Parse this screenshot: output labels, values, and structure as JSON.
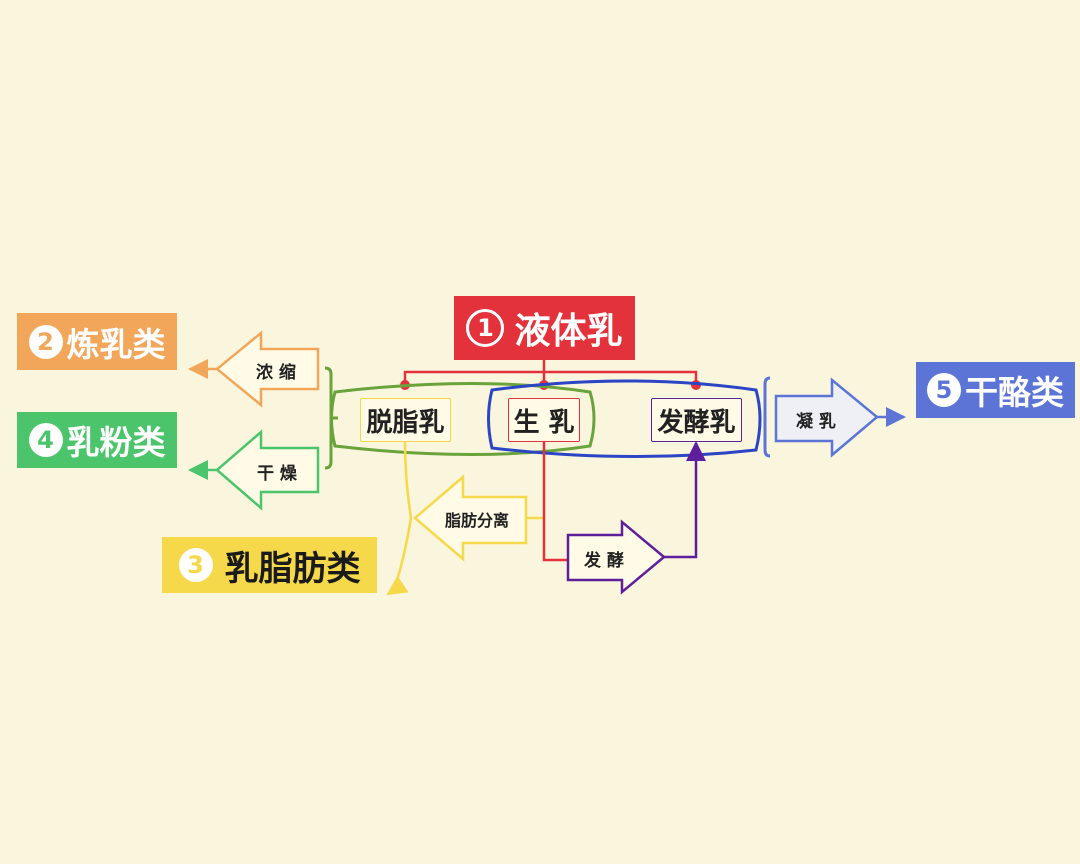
{
  "categories": {
    "liquid": {
      "number": "1",
      "label": "液体乳"
    },
    "condensed": {
      "number": "2",
      "label": "炼乳类"
    },
    "fat": {
      "number": "3",
      "label": "乳脂肪类"
    },
    "powder": {
      "number": "4",
      "label": "乳粉类"
    },
    "cheese": {
      "number": "5",
      "label": "干酪类"
    }
  },
  "milks": {
    "skim": "脱脂乳",
    "raw": "生 乳",
    "fermented": "发酵乳"
  },
  "processes": {
    "concentrate": "浓 缩",
    "dry": "干 燥",
    "fat_separation": "脂肪分离",
    "ferment": "发 酵",
    "coagulate": "凝 乳"
  },
  "colors": {
    "background": "#faf6dd",
    "liquid": "#e3323b",
    "condensed": "#f2a65a",
    "fat": "#f5d94a",
    "powder": "#4cc46c",
    "cheese": "#5b74d6",
    "skim_group": "#6aa33c",
    "raw_group": "#2b45c4",
    "ferment_path": "#5e1f9c"
  }
}
